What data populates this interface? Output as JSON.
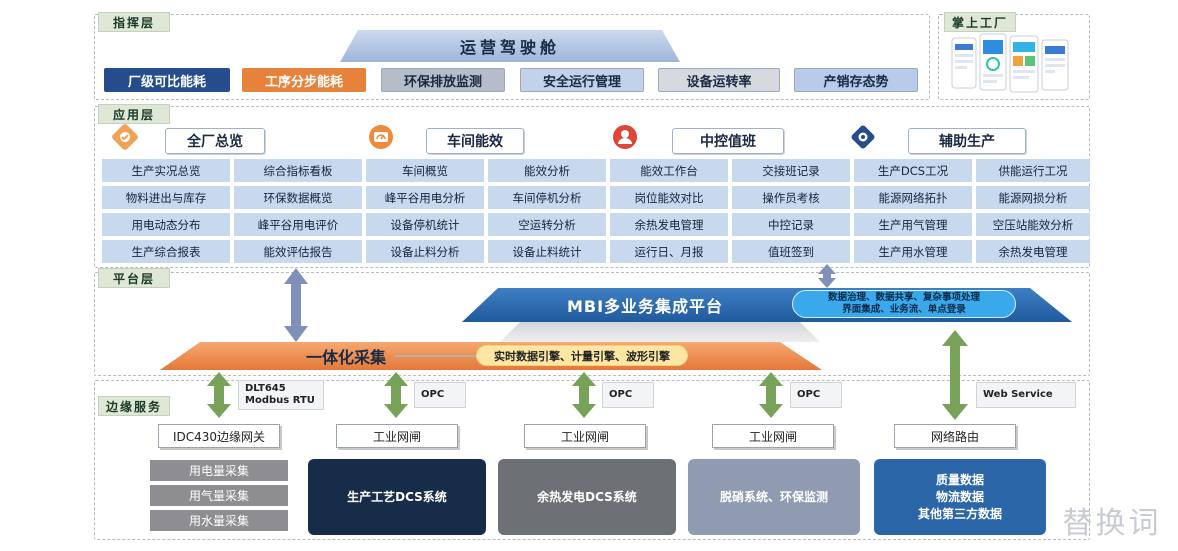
{
  "zones": {
    "command": "指挥层",
    "mobile": "掌上工厂",
    "application": "应用层",
    "platform": "平台层",
    "edge": "边缘服务"
  },
  "cockpit": "运营驾驶舱",
  "kpis": [
    "厂级可比能耗",
    "工序分步能耗",
    "环保排放监测",
    "安全运行管理",
    "设备运转率",
    "产销存态势"
  ],
  "kpi_colors": [
    "#254d8e",
    "#e6823c",
    "#b5bdc8",
    "#c2d2ea",
    "#d6d9dd",
    "#b9cbea"
  ],
  "modules": [
    {
      "title": "全厂总览",
      "icon": "gear-check-icon",
      "items": [
        "生产实况总览",
        "综合指标看板",
        "物料进出与库存",
        "环保数据概览",
        "用电动态分布",
        "峰平谷用电评价",
        "生产综合报表",
        "能效评估报告"
      ]
    },
    {
      "title": "车间能效",
      "icon": "gauge-icon",
      "items": [
        "车间概览",
        "能效分析",
        "峰平谷用电分析",
        "车间停机分析",
        "设备停机统计",
        "空运转分析",
        "设备止料分析",
        "设备止料统计"
      ]
    },
    {
      "title": "中控值班",
      "icon": "operator-icon",
      "items": [
        "能效工作台",
        "交接班记录",
        "岗位能效对比",
        "操作员考核",
        "余热发电管理",
        "中控记录",
        "运行日、月报",
        "值班签到"
      ]
    },
    {
      "title": "辅助生产",
      "icon": "network-gear-icon",
      "items": [
        "生产DCS工况",
        "供能运行工况",
        "能源网络拓扑",
        "能源网损分析",
        "生产用气管理",
        "空压站能效分析",
        "生产用水管理",
        "余热发电管理"
      ]
    }
  ],
  "platform": {
    "mbi": "MBI多业务集成平台",
    "mbi_desc_line1": "数据治理、数据共享、复杂事项处理",
    "mbi_desc_line2": "界面集成、业务流、单点登录",
    "collect": "一体化采集",
    "collect_desc": "实时数据引擎、计量引擎、波形引擎"
  },
  "edge": {
    "protocols": {
      "dlt": "DLT645",
      "modbus": "Modbus RTU",
      "opc1": "OPC",
      "opc2": "OPC",
      "opc3": "OPC",
      "webservice": "Web Service"
    },
    "gateways": [
      "IDC430边缘网关",
      "工业网闸",
      "工业网闸",
      "工业网闸",
      "网络路由"
    ],
    "meters": [
      "用电量采集",
      "用气量采集",
      "用水量采集"
    ],
    "systems": [
      {
        "lines": [
          "生产工艺DCS系统"
        ],
        "color": "#172c49"
      },
      {
        "lines": [
          "余热发电DCS系统"
        ],
        "color": "#6d7074"
      },
      {
        "lines": [
          "脱硝系统、环保监测"
        ],
        "color": "#8e9bb0"
      },
      {
        "lines": [
          "质量数据",
          "物流数据",
          "其他第三方数据"
        ],
        "color": "#2b67a8"
      }
    ]
  },
  "watermark": "替换词"
}
